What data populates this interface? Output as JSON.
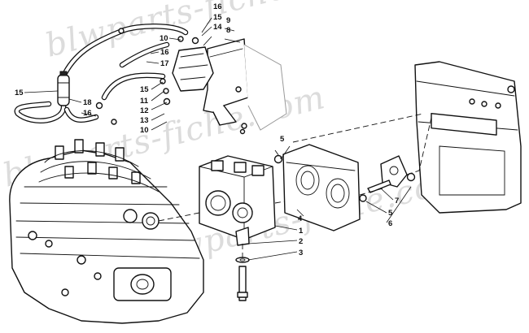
{
  "watermark": "blwparts-fiche.com",
  "callouts": {
    "c1": "1",
    "c2": "2",
    "c3": "3",
    "c4": "4",
    "c5a": "5",
    "c5b": "5",
    "c6": "6",
    "c7": "7",
    "c8": "8",
    "c9": "9",
    "c10a": "10",
    "c10b": "10",
    "c11": "11",
    "c12": "12",
    "c13": "13",
    "c14": "14",
    "c15a": "15",
    "c15b": "15",
    "c15c": "15",
    "c16a": "16",
    "c16b": "16",
    "c17": "17",
    "c18": "18"
  }
}
